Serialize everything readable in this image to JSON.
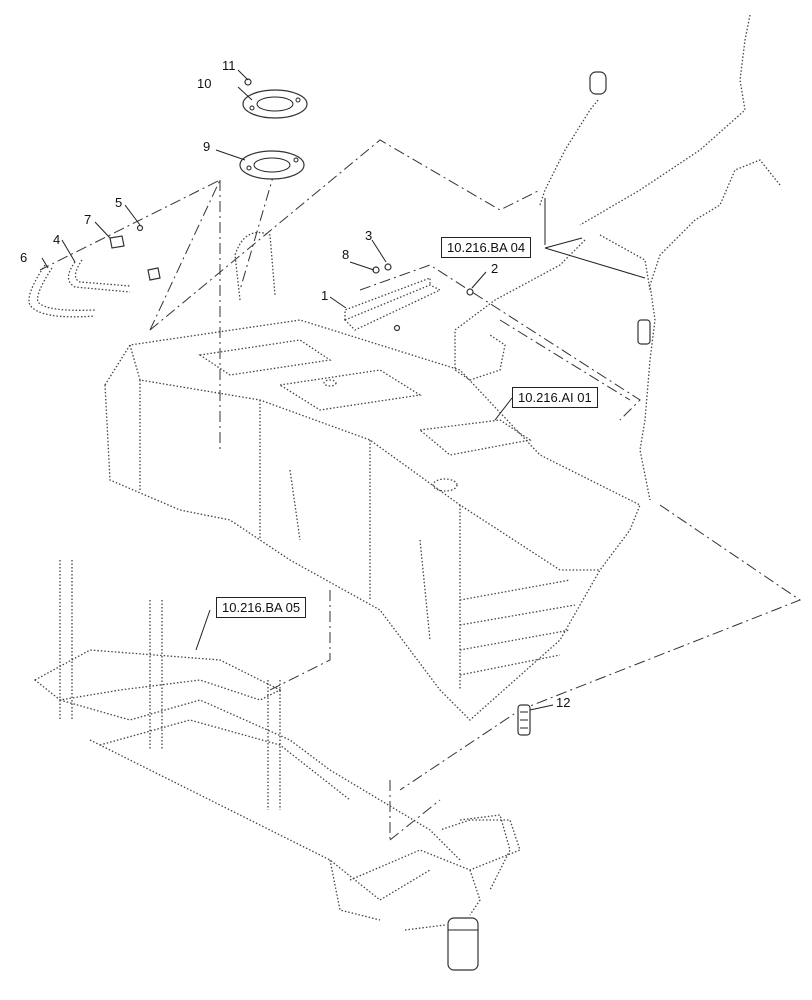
{
  "callouts": {
    "n1": "1",
    "n2": "2",
    "n3": "3",
    "n4": "4",
    "n5": "5",
    "n6": "6",
    "n7": "7",
    "n8": "8",
    "n9": "9",
    "n10": "10",
    "n11": "11",
    "n12": "12"
  },
  "references": {
    "ba04": "10.216.BA 04",
    "ai01": "10.216.AI 01",
    "ba05": "10.216.BA 05"
  }
}
